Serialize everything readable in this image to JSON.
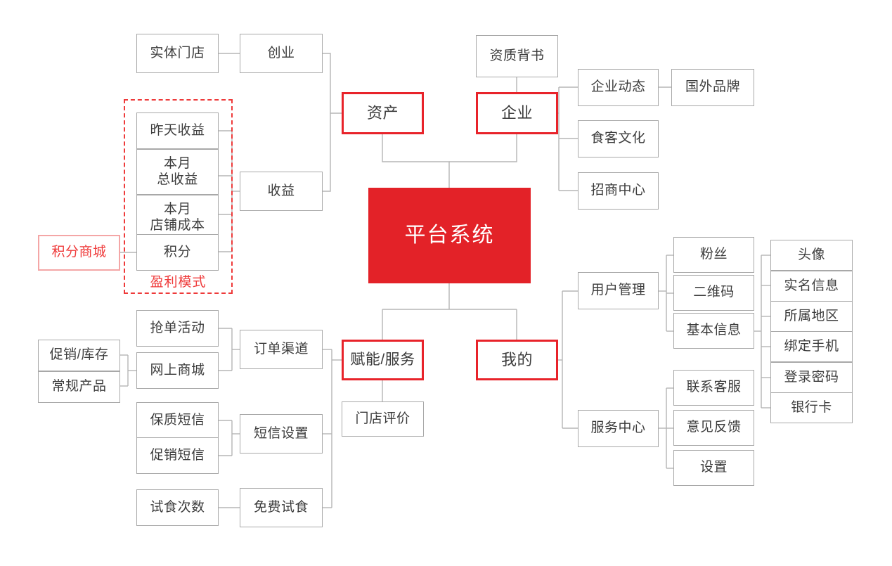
{
  "diagram": {
    "title": "平台系统",
    "colors": {
      "brand_red": "#e32228",
      "outline_red": "#e8232a",
      "pink": "#f4a6a6",
      "dashed_red": "#ee3a3a",
      "box_border": "#a8a8a8",
      "wire": "#b5b5b5",
      "text": "#3c3c3c"
    },
    "root": {
      "label": "平台系统"
    },
    "groups": [
      {
        "label": "盈利模式"
      }
    ],
    "branches": {
      "asset": {
        "label": "资产",
        "children": [
          {
            "label": "创业",
            "children": [
              {
                "label": "实体门店"
              }
            ]
          },
          {
            "label": "收益",
            "children": [
              {
                "label": "昨天收益"
              },
              {
                "label": "本月\n总收益"
              },
              {
                "label": "本月\n店铺成本"
              },
              {
                "label": "积分",
                "children": [
                  {
                    "label": "积分商城"
                  }
                ]
              }
            ]
          }
        ]
      },
      "enterprise": {
        "label": "企业",
        "parent_above": {
          "label": "资质背书"
        },
        "children": [
          {
            "label": "企业动态",
            "children": [
              {
                "label": "国外品牌"
              }
            ]
          },
          {
            "label": "食客文化"
          },
          {
            "label": "招商中心"
          }
        ]
      },
      "service": {
        "label": "赋能/服务",
        "children": [
          {
            "label": "订单渠道",
            "children": [
              {
                "label": "抢单活动"
              },
              {
                "label": "网上商城",
                "children": [
                  {
                    "label": "促销/库存"
                  },
                  {
                    "label": "常规产品"
                  }
                ]
              }
            ]
          },
          {
            "label": "门店评价"
          },
          {
            "label": "短信设置",
            "children": [
              {
                "label": "保质短信"
              },
              {
                "label": "促销短信"
              }
            ]
          },
          {
            "label": "免费试食",
            "children": [
              {
                "label": "试食次数"
              }
            ]
          }
        ]
      },
      "mine": {
        "label": "我的",
        "children": [
          {
            "label": "用户管理",
            "children": [
              {
                "label": "粉丝"
              },
              {
                "label": "二维码"
              },
              {
                "label": "基本信息",
                "children": [
                  {
                    "label": "头像"
                  },
                  {
                    "label": "实名信息"
                  },
                  {
                    "label": "所属地区"
                  },
                  {
                    "label": "绑定手机"
                  },
                  {
                    "label": "登录密码"
                  },
                  {
                    "label": "银行卡"
                  }
                ]
              }
            ]
          },
          {
            "label": "服务中心",
            "children": [
              {
                "label": "联系客服"
              },
              {
                "label": "意见反馈"
              },
              {
                "label": "设置"
              }
            ]
          }
        ]
      }
    },
    "nodes": {
      "shiti_mendian": "实体门店",
      "chuangye": "创业",
      "zichan": "资产",
      "zuotian_shouyi": "昨天收益",
      "benyue_zongshouyi": "本月\n总收益",
      "benyue_dianpuchengben": "本月\n店铺成本",
      "jifen": "积分",
      "jifen_shangcheng": "积分商城",
      "shouyi": "收益",
      "yingli_moshi": "盈利模式",
      "zizhi_beishu": "资质背书",
      "qiye": "企业",
      "qiye_dongtai": "企业动态",
      "guowai_pinpai": "国外品牌",
      "shike_wenhua": "食客文化",
      "zhaoshang_zhongxin": "招商中心",
      "pingtai_xitong": "平台系统",
      "funeng_fuwu": "赋能/服务",
      "mendian_pingjia": "门店评价",
      "wode": "我的",
      "qiangdan_huodong": "抢单活动",
      "wangshang_shangcheng": "网上商城",
      "dingdan_qudao": "订单渠道",
      "cuxiao_kucun": "促销/库存",
      "changgui_chanpin": "常规产品",
      "baozhi_duanxin": "保质短信",
      "cuxiao_duanxin": "促销短信",
      "duanxin_shezhi": "短信设置",
      "shishi_cishu": "试食次数",
      "mianfei_shishi": "免费试食",
      "yonghu_guanli": "用户管理",
      "fensi": "粉丝",
      "erweima": "二维码",
      "jiben_xinxi": "基本信息",
      "touxiang": "头像",
      "shiming_xinxi": "实名信息",
      "suoshu_diqu": "所属地区",
      "bangding_shouji": "绑定手机",
      "denglu_mima": "登录密码",
      "yinhangka": "银行卡",
      "fuwu_zhongxin": "服务中心",
      "lianxi_kefu": "联系客服",
      "yijian_fankui": "意见反馈",
      "shezhi": "设置"
    }
  }
}
